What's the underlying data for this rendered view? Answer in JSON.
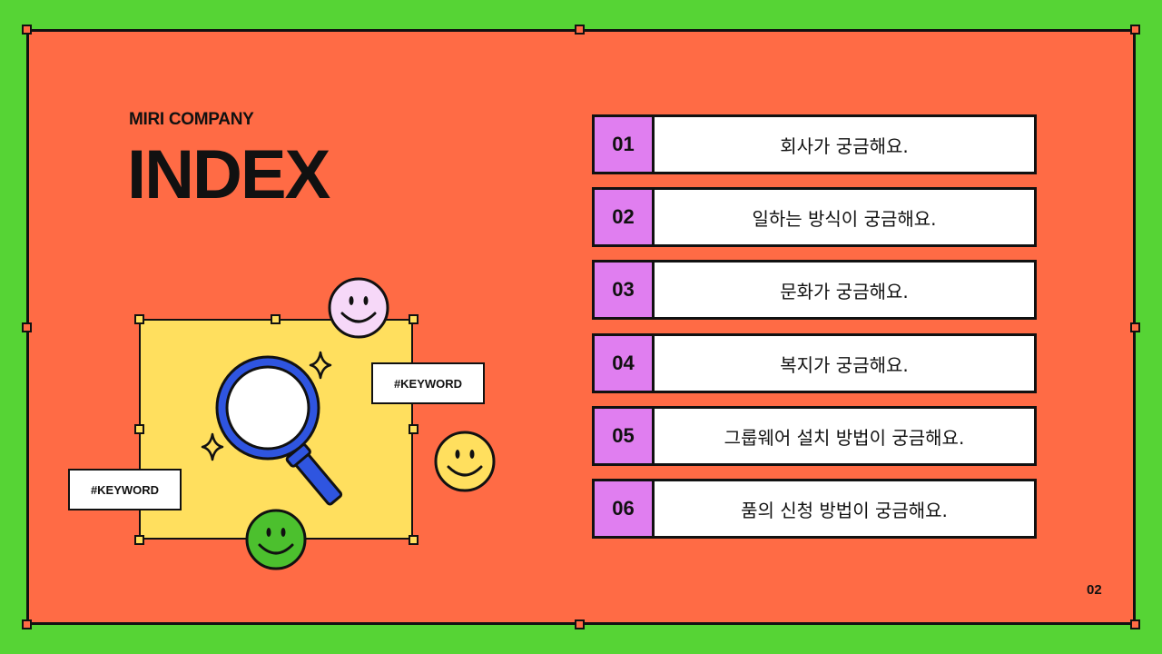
{
  "header": {
    "brand": "MIRI COMPANY",
    "title": "INDEX"
  },
  "toc": {
    "items": [
      {
        "number": "01",
        "label": "회사가 궁금해요."
      },
      {
        "number": "02",
        "label": "일하는 방식이 궁금해요."
      },
      {
        "number": "03",
        "label": "문화가 궁금해요."
      },
      {
        "number": "04",
        "label": "복지가 궁금해요."
      },
      {
        "number": "05",
        "label": "그룹웨어 설치 방법이 궁금해요."
      },
      {
        "number": "06",
        "label": "품의 신청 방법이 궁금해요."
      }
    ]
  },
  "illustration": {
    "keyword_right": "#KEYWORD",
    "keyword_left": "#KEYWORD",
    "icons": [
      "magnifier-icon",
      "sparkle-icon",
      "smiley-pink-icon",
      "smiley-yellow-icon",
      "smiley-green-icon"
    ]
  },
  "footer": {
    "page_number": "02"
  },
  "colors": {
    "background_green": "#56d435",
    "slide_orange": "#ff6b45",
    "number_purple": "#e07ef0",
    "illustration_yellow": "#ffdf5e",
    "magnifier_blue": "#2f55e0",
    "smiley_pink": "#f6d8f8",
    "smiley_green": "#4cc02e"
  }
}
